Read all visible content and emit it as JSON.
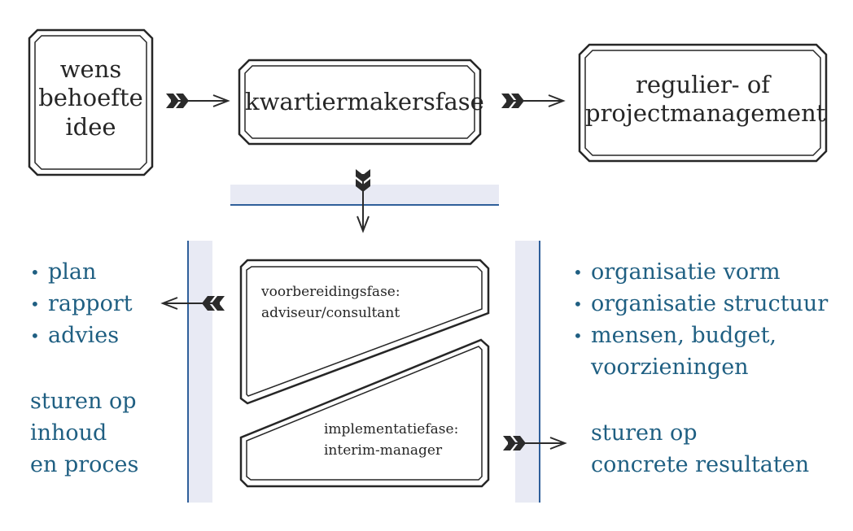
{
  "colors": {
    "ink": "#262626",
    "text_blue": "#1f5f82",
    "rule_blue": "#2f5f9a",
    "band": "#e8eaf4"
  },
  "boxes": {
    "wish": [
      "wens",
      "behoefte",
      "idee"
    ],
    "kwartiermaker": "kwartiermakersfase",
    "regular": [
      "regulier- of",
      "projectmanagement"
    ]
  },
  "phases": {
    "preparation": [
      "voorbereidingsfase:",
      "adviseur/consultant"
    ],
    "implementation": [
      "implementatiefase:",
      "interim-manager"
    ]
  },
  "left": {
    "bullets": [
      "plan",
      "rapport",
      "advies"
    ],
    "steer": [
      "sturen op",
      "inhoud",
      "en proces"
    ]
  },
  "right": {
    "bullets": [
      "organisatie vorm",
      "organisatie structuur",
      "mensen, budget,"
    ],
    "bullet_continuation": "voorzieningen",
    "steer": [
      "sturen op",
      "concrete resultaten"
    ]
  },
  "icons": [
    "arrow-right-icon",
    "arrow-down-icon",
    "arrow-left-icon"
  ]
}
